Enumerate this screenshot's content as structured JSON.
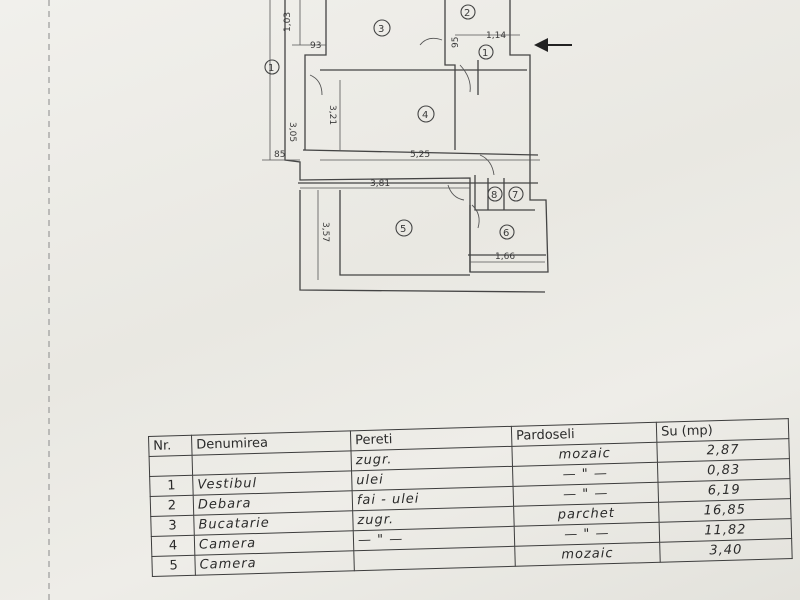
{
  "plan": {
    "rooms": [
      "1",
      "2",
      "3",
      "4",
      "5",
      "6",
      "7",
      "8"
    ],
    "dimensions": {
      "d_103": "1,03",
      "d_93": "93",
      "d_95": "95",
      "d_114": "1,14",
      "d_305": "3,05",
      "d_321": "3,21",
      "d_85": "85",
      "d_525": "5,25",
      "d_381": "3,81",
      "d_357": "3,57",
      "d_166": "1,66"
    }
  },
  "table": {
    "headers": {
      "nr": "Nr.",
      "denumirea": "Denumirea",
      "pereti": "Pereti",
      "pardoseli": "Pardoseli",
      "su": "Su (mp)"
    },
    "rows": [
      {
        "nr": "",
        "den": "",
        "per": "zugr.",
        "far": "mozaic",
        "su": "2,87"
      },
      {
        "nr": "1",
        "den": "Vestibul",
        "per": "ulei",
        "far": "— \" —",
        "su": "0,83"
      },
      {
        "nr": "2",
        "den": "Debara",
        "per": "fai - ulei",
        "far": "— \" —",
        "su": "6,19"
      },
      {
        "nr": "3",
        "den": "Bucatarie",
        "per": "zugr.",
        "far": "parchet",
        "su": "16,85"
      },
      {
        "nr": "4",
        "den": "Camera",
        "per": "— \" —",
        "far": "— \" —",
        "su": "11,82"
      },
      {
        "nr": "5",
        "den": "Camera",
        "per": "",
        "far": "mozaic",
        "su": "3,40"
      }
    ]
  }
}
